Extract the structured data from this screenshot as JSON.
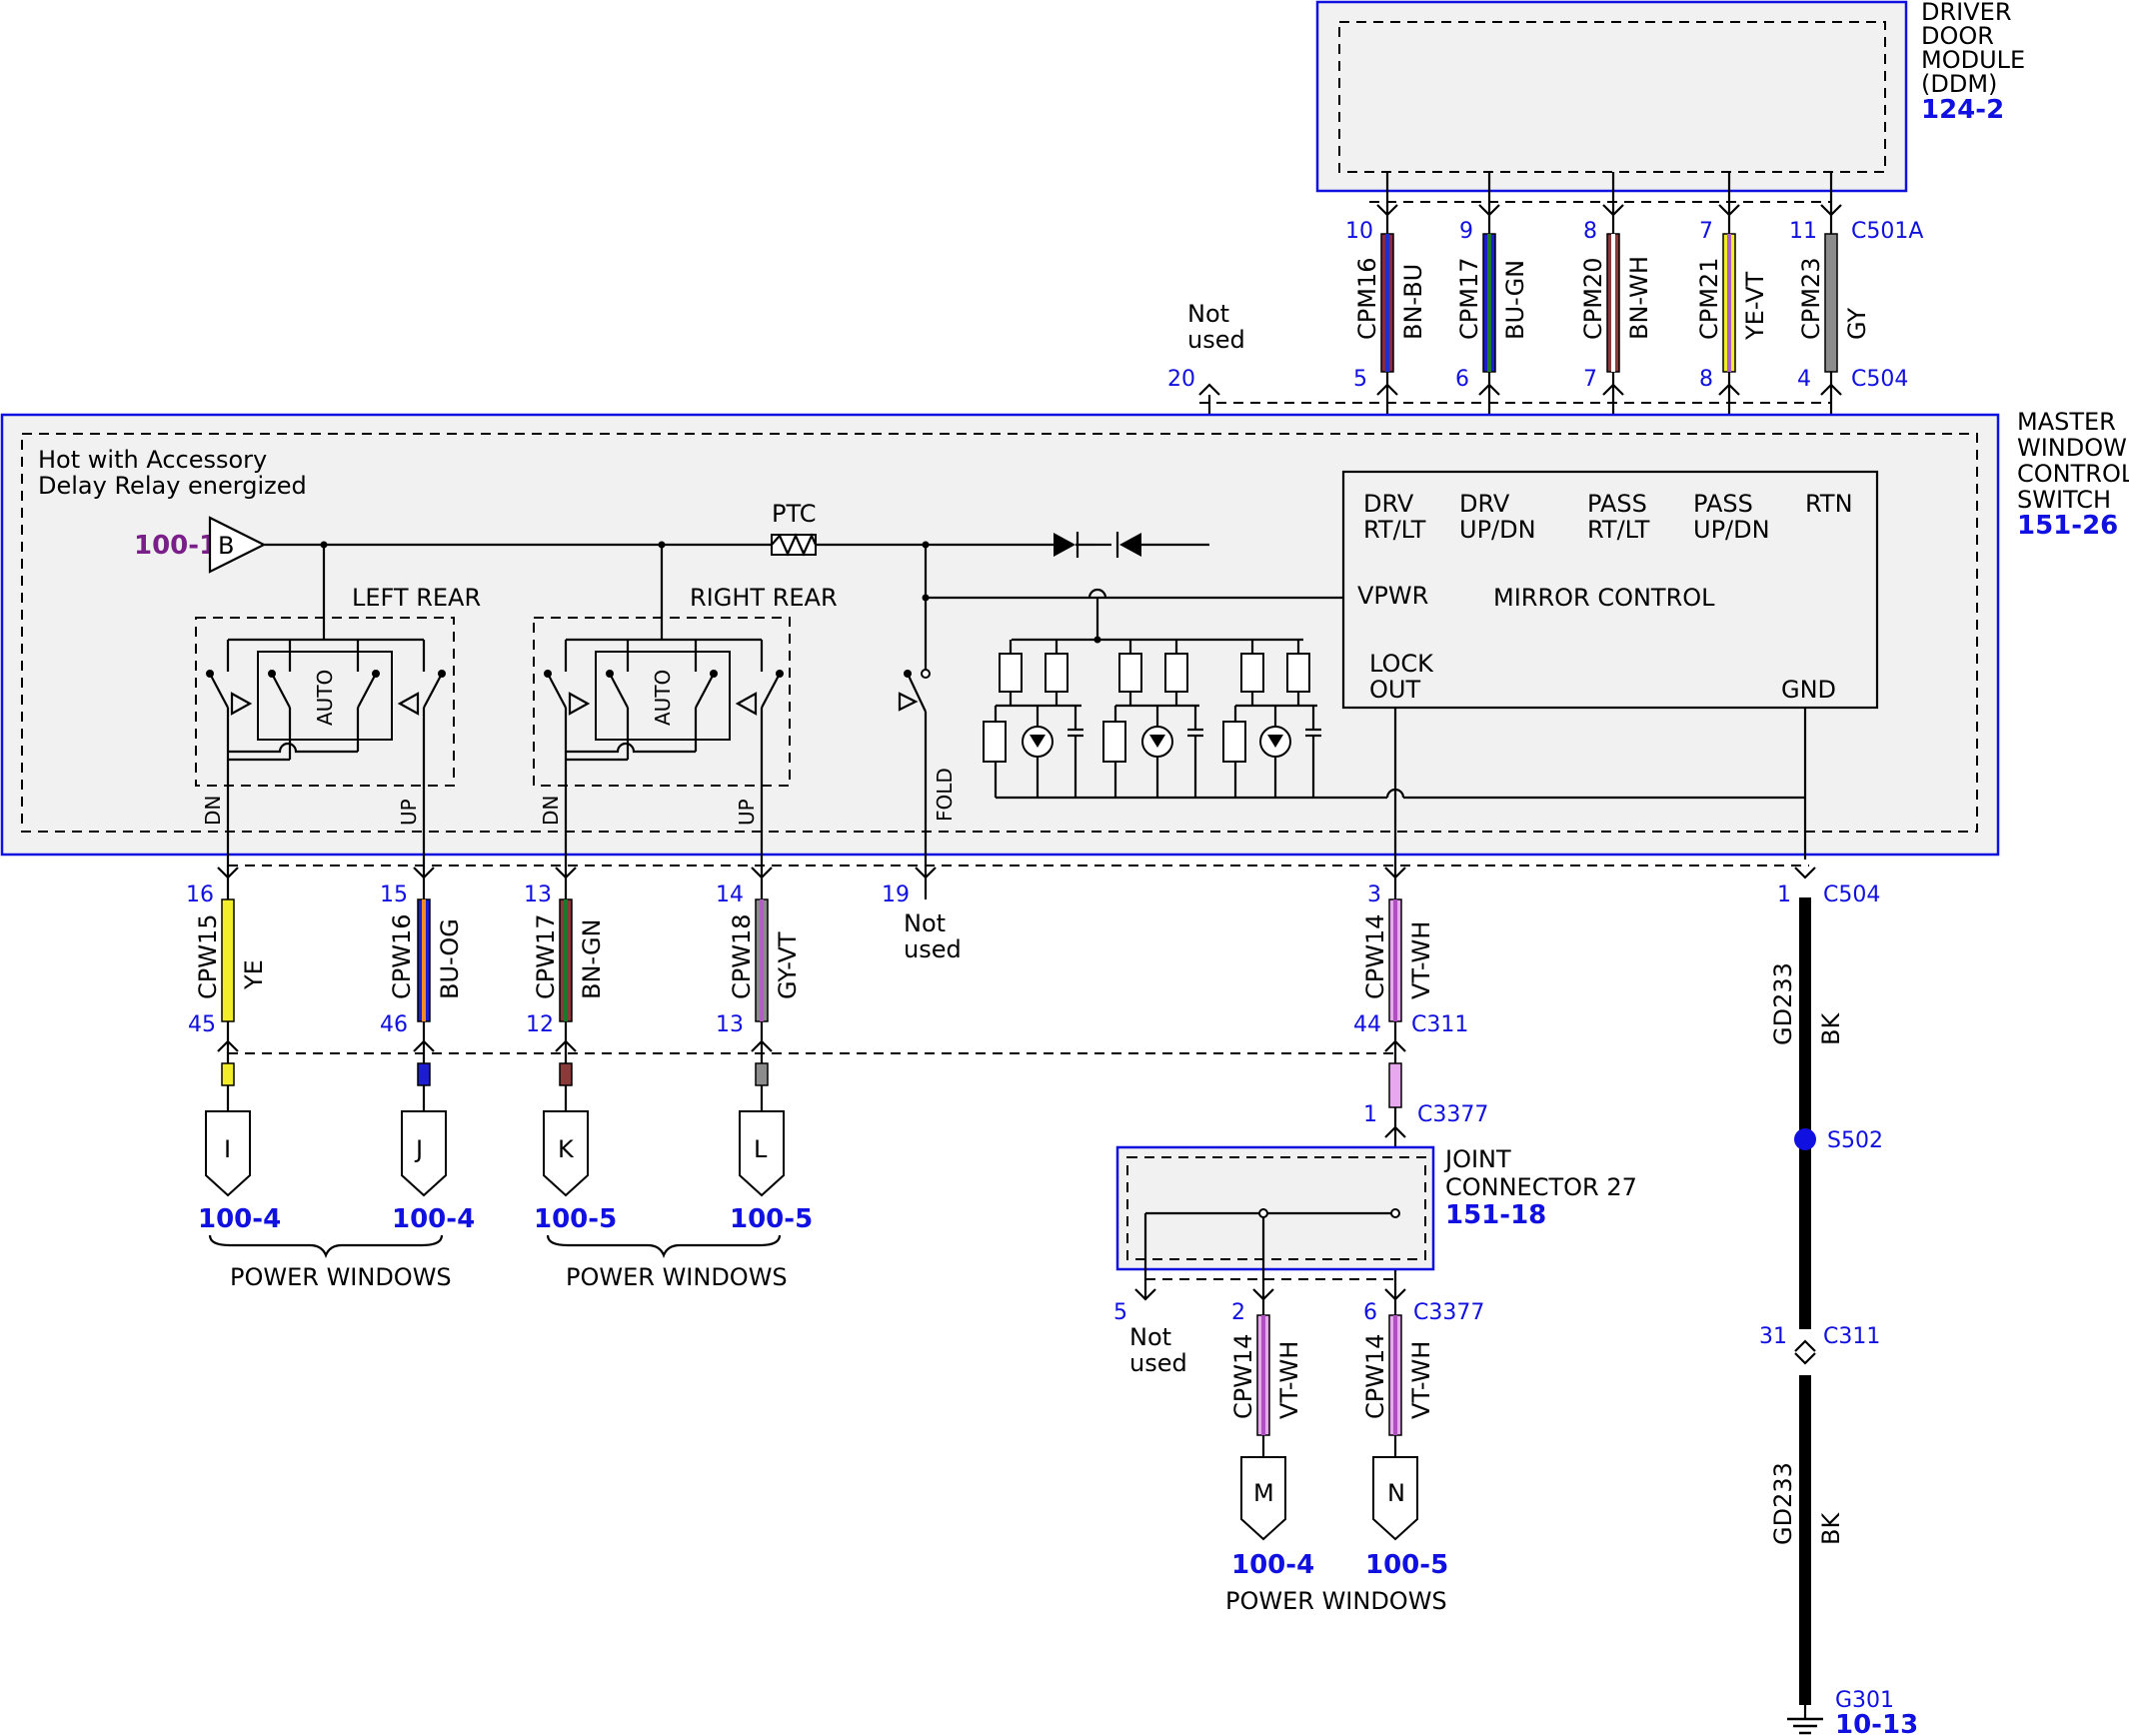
{
  "colors": {
    "background": "#ffffff",
    "component_fill": "#f1f1f1",
    "component_border": "#1010e0",
    "pin_text": "#1010e0",
    "ref_link": "#1010e0",
    "power_ref": "#7a1f8a",
    "wire": "#000000"
  },
  "ddm": {
    "name_lines": [
      "DRIVER",
      "DOOR",
      "MODULE",
      "(DDM)"
    ],
    "ref": "124-2",
    "connector_top": "C501A",
    "connector_bottom": "C504",
    "wires": [
      {
        "pin_top": "10",
        "pin_bottom": "5",
        "circuit": "CPM16",
        "color_code": "BN-BU",
        "color": "#8a2a4a",
        "stripe": "#1f2fc8"
      },
      {
        "pin_top": "9",
        "pin_bottom": "6",
        "circuit": "CPM17",
        "color_code": "BU-GN",
        "color": "#1c1cd0",
        "stripe": "#1a7a2a"
      },
      {
        "pin_top": "8",
        "pin_bottom": "7",
        "circuit": "CPM20",
        "color_code": "BN-WH",
        "color": "#8b3a3a",
        "stripe": "#ffffff"
      },
      {
        "pin_top": "7",
        "pin_bottom": "8",
        "circuit": "CPM21",
        "color_code": "YE-VT",
        "color": "#f2ec2a",
        "stripe": "#b060c0"
      },
      {
        "pin_top": "11",
        "pin_bottom": "4",
        "circuit": "CPM23",
        "color_code": "GY",
        "color": "#8c8c8c",
        "stripe": "#8c8c8c"
      }
    ]
  },
  "master_switch": {
    "name_lines": [
      "MASTER",
      "WINDOW",
      "CONTROL",
      "SWITCH"
    ],
    "ref": "151-26",
    "hot_text_lines": [
      "Hot with Accessory",
      "Delay Relay energized"
    ],
    "power_ref": "100-1",
    "power_label": "B",
    "ptc_label": "PTC",
    "left_rear_label": "LEFT REAR",
    "right_rear_label": "RIGHT REAR",
    "auto_label": "AUTO",
    "dn_label": "DN",
    "up_label": "UP",
    "fold_label": "FOLD",
    "mirror_control_label": "MIRROR CONTROL",
    "vpwr_label": "VPWR",
    "gnd_label": "GND",
    "lock_out_lines": [
      "LOCK",
      "OUT"
    ],
    "mirror_pins": [
      {
        "line1": "DRV",
        "line2": "RT/LT"
      },
      {
        "line1": "DRV",
        "line2": "UP/DN"
      },
      {
        "line1": "PASS",
        "line2": "RT/LT"
      },
      {
        "line1": "PASS",
        "line2": "UP/DN"
      },
      {
        "line1": "RTN",
        "line2": ""
      }
    ],
    "not_used_20": {
      "pin": "20",
      "text_lines": [
        "Not",
        "used"
      ]
    },
    "not_used_19": {
      "pin": "19",
      "text_lines": [
        "Not",
        "used"
      ]
    }
  },
  "lower_wires": [
    {
      "pin_top": "16",
      "pin_bottom": "45",
      "circuit": "CPW15",
      "color_code": "YE",
      "color": "#f2ec2a",
      "stripe": "#f2ec2a",
      "conn_letter": "I",
      "ref": "100-4"
    },
    {
      "pin_top": "15",
      "pin_bottom": "46",
      "circuit": "CPW16",
      "color_code": "BU-OG",
      "color": "#1c1cd0",
      "stripe": "#f08a2a",
      "conn_letter": "J",
      "ref": "100-4"
    },
    {
      "pin_top": "13",
      "pin_bottom": "12",
      "circuit": "CPW17",
      "color_code": "BN-GN",
      "color": "#8b3a3a",
      "stripe": "#1a7a2a",
      "conn_letter": "K",
      "ref": "100-5"
    },
    {
      "pin_top": "14",
      "pin_bottom": "13",
      "circuit": "CPW18",
      "color_code": "GY-VT",
      "color": "#8c8c8c",
      "stripe": "#b060c0",
      "conn_letter": "L",
      "ref": "100-5"
    }
  ],
  "power_windows_label": "POWER WINDOWS",
  "lock_wire": {
    "pin_top": "3",
    "pin_bottom": "44",
    "connector_bottom": "C311",
    "circuit": "CPW14",
    "color_code": "VT-WH",
    "color": "#e8a8f0",
    "stripe": "#b050c0",
    "joint_pin": "1",
    "joint_connector": "C3377"
  },
  "joint_connector": {
    "name_lines": [
      "JOINT",
      "CONNECTOR 27"
    ],
    "ref": "151-18",
    "not_used": {
      "pin": "5",
      "text_lines": [
        "Not",
        "used"
      ]
    },
    "outputs": [
      {
        "pin": "2",
        "connector": "",
        "circuit": "CPW14",
        "color_code": "VT-WH",
        "conn_letter": "M",
        "ref": "100-4"
      },
      {
        "pin": "6",
        "connector": "C3377",
        "circuit": "CPW14",
        "color_code": "VT-WH",
        "conn_letter": "N",
        "ref": "100-5"
      }
    ]
  },
  "ground": {
    "pin_top": "1",
    "connector_top": "C504",
    "circuit": "GD233",
    "color_code": "BK",
    "splice": "S502",
    "pin_c311": "31",
    "connector_c311": "C311",
    "ground_point": "G301",
    "ground_ref": "10-13"
  }
}
